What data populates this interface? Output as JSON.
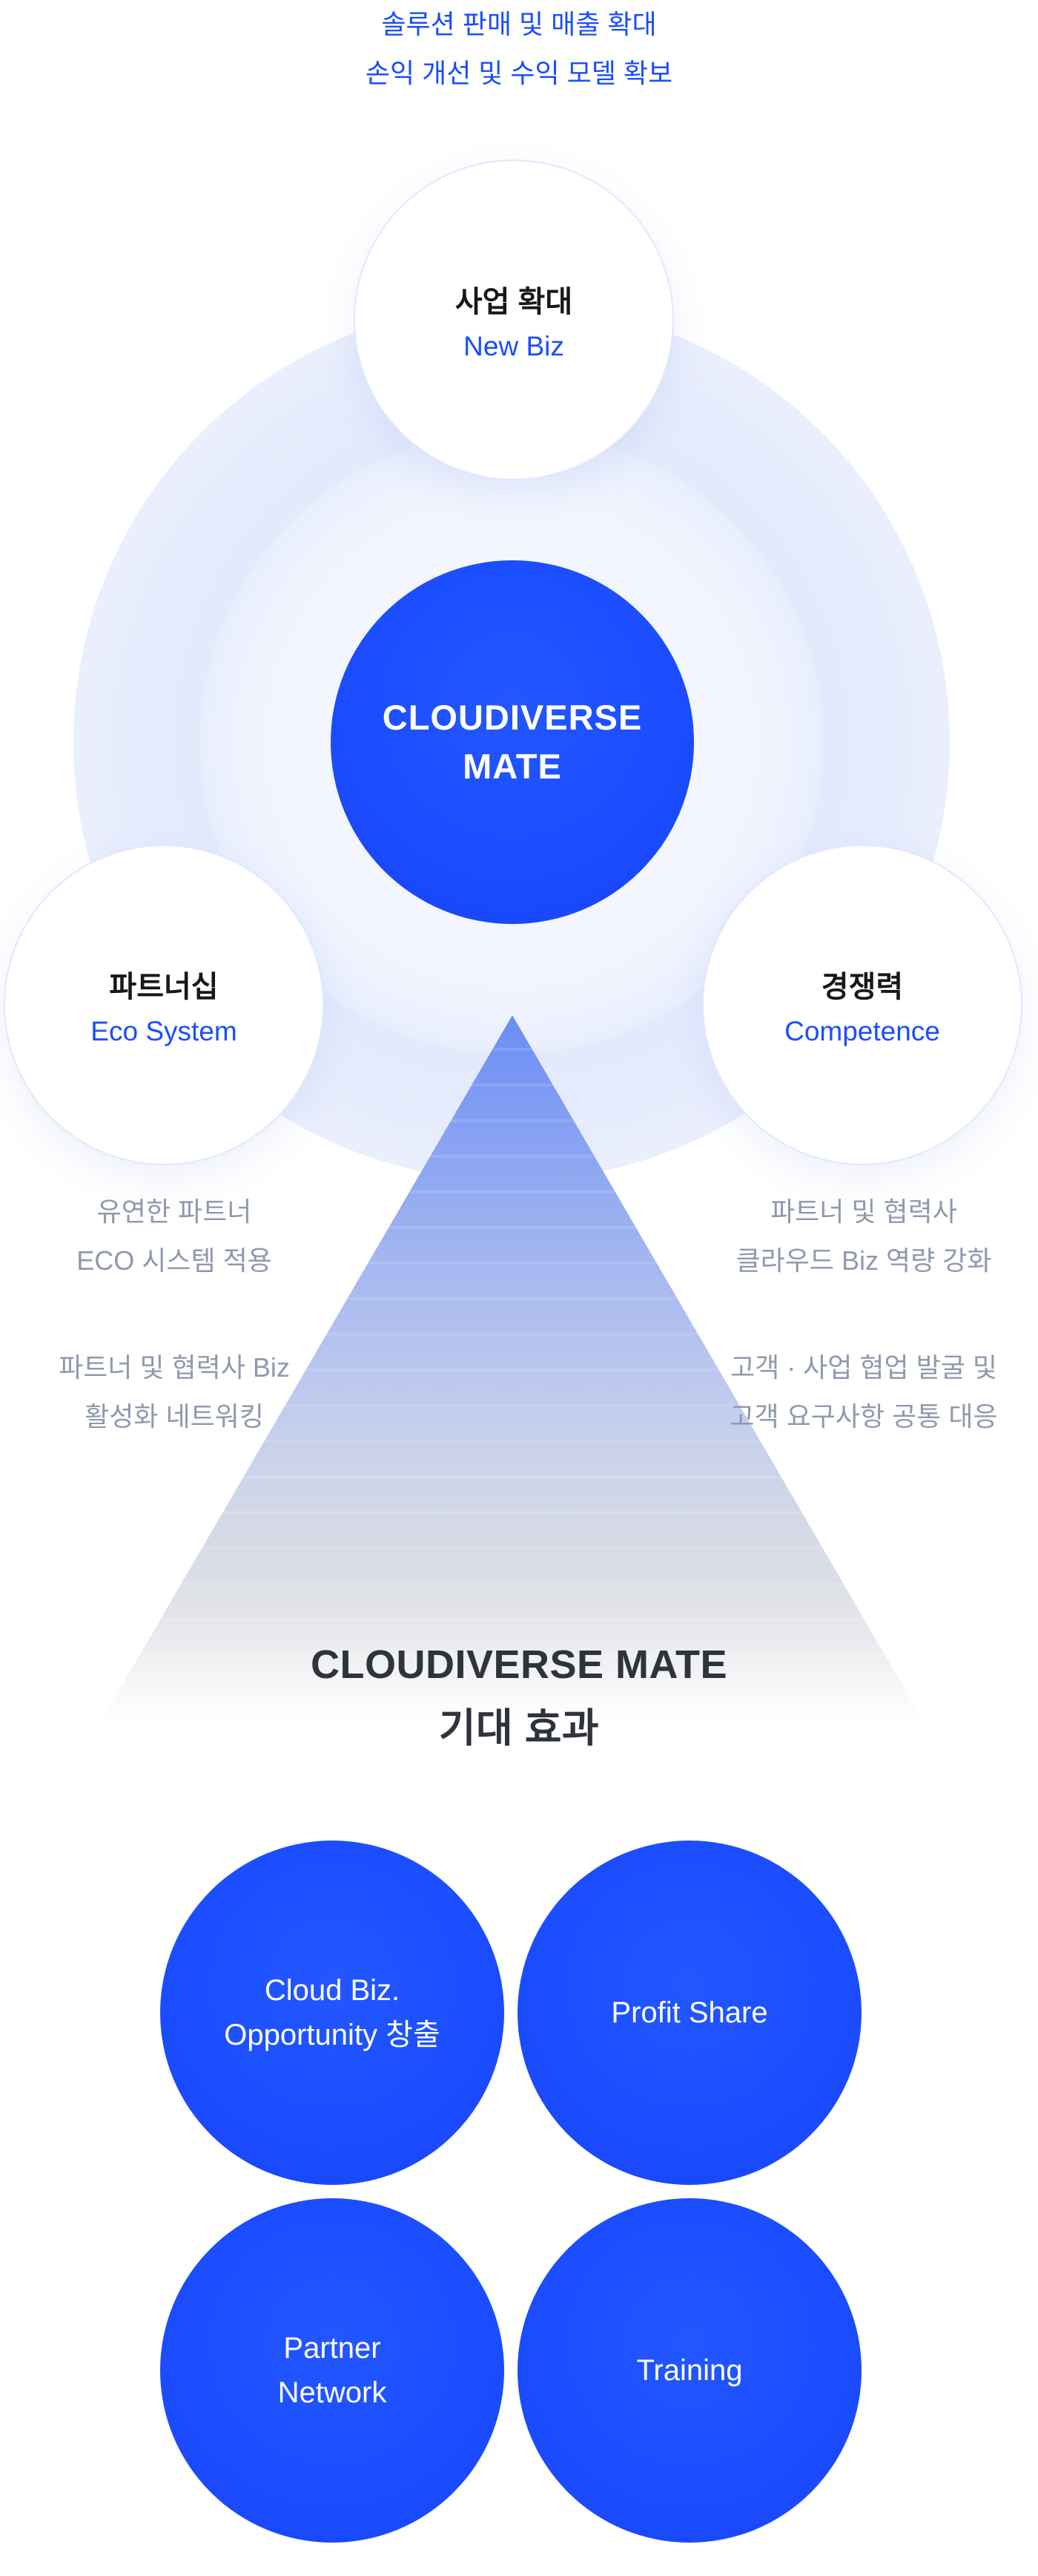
{
  "header": {
    "line1": "솔루션 판매 및 매출 확대",
    "line2": "손익 개선 및 수익 모델 확보"
  },
  "hub": {
    "line1": "CLOUDIVERSE",
    "line2": "MATE"
  },
  "satellites": [
    {
      "title": "사업 확대",
      "subtitle": "New Biz"
    },
    {
      "title": "파트너십",
      "subtitle": "Eco System"
    },
    {
      "title": "경쟁력",
      "subtitle": "Competence"
    }
  ],
  "left_notes": [
    {
      "line1": "유연한 파트너",
      "line2": "ECO 시스템 적용"
    },
    {
      "line1": "파트너 및 협력사 Biz",
      "line2": "활성화 네트워킹"
    }
  ],
  "right_notes": [
    {
      "line1": "파트너 및 협력사",
      "line2": "클라우드 Biz 역량 강화"
    },
    {
      "line1": "고객 · 사업 협업 발굴 및",
      "line2": "고객 요구사항 공통 대응"
    }
  ],
  "effect": {
    "line1": "CLOUDIVERSE MATE",
    "line2": "기대 효과"
  },
  "benefits": [
    {
      "line1": "Cloud Biz.",
      "line2": "Opportunity 창출"
    },
    {
      "line1": "Profit Share",
      "line2": ""
    },
    {
      "line1": "Partner",
      "line2": "Network"
    },
    {
      "line1": "Training",
      "line2": ""
    }
  ],
  "colors": {
    "accent": "#1b4dff",
    "muted": "#8f99ae",
    "dark": "#17181c",
    "heading": "#2f333b"
  }
}
